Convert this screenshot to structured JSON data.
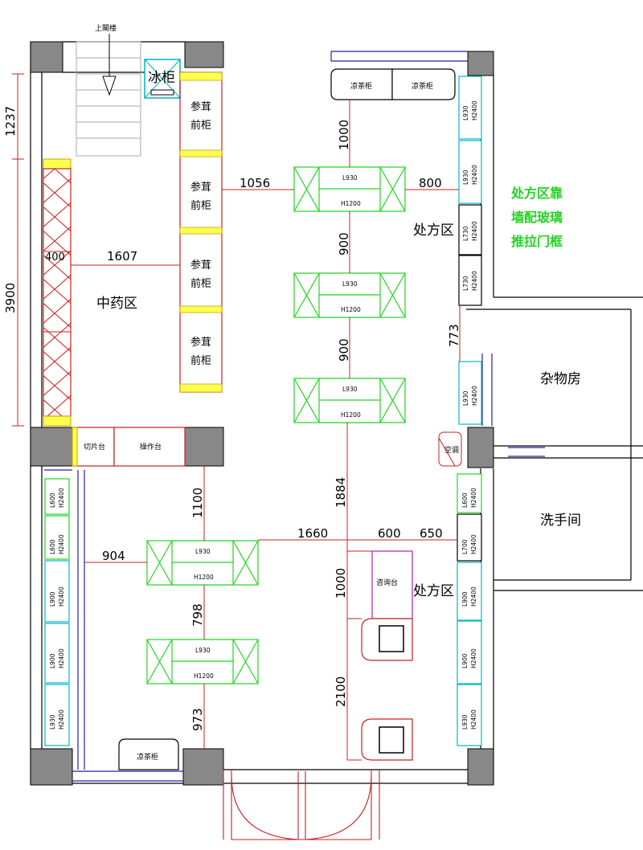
{
  "stairs_label": "上閣楼",
  "ice_cabinet": "冰柜",
  "ginseng_cabinet_line1": "参茸",
  "ginseng_cabinet_line2": "前柜",
  "zone_tcm": "中药区",
  "zone_prescription": "处方区",
  "room_storage": "杂物房",
  "room_washroom": "洗手间",
  "slicing_table": "切片台",
  "operation_table": "操作台",
  "ac_unit": "空调",
  "consult_desk": "咨询台",
  "tea_cabinet": "凉茶柜",
  "note_lines": [
    "处方区靠",
    "墙配玻璃",
    "推拉门框"
  ],
  "shelf": {
    "l": "L930",
    "h": "H1200"
  },
  "wall_cabinets": {
    "top_right": [
      [
        "L930",
        "H2400"
      ],
      [
        "L930",
        "H2400"
      ],
      [
        "L730",
        "H2400"
      ],
      [
        "L730",
        "H2400"
      ]
    ],
    "mid_right": [
      [
        "L930",
        "H2400"
      ]
    ],
    "lower_right": [
      [
        "L600",
        "H2400"
      ],
      [
        "L700",
        "H2400"
      ],
      [
        "L900",
        "H2400"
      ],
      [
        "L900",
        "H2400"
      ],
      [
        "L930",
        "H2400"
      ]
    ],
    "lower_left": [
      [
        "L600",
        "H2400"
      ],
      [
        "L600",
        "H2400"
      ],
      [
        "L900",
        "H2400"
      ],
      [
        "L900",
        "H2400"
      ],
      [
        "L930",
        "H2400"
      ]
    ]
  },
  "dimensions": {
    "d1237": "1237",
    "d3900": "3900",
    "d400": "400",
    "d1607": "1607",
    "d1056": "1056",
    "d800": "800",
    "d1000a": "1000",
    "d900a": "900",
    "d900b": "900",
    "d773": "773",
    "d1884": "1884",
    "d1100": "1100",
    "d904": "904",
    "d1660": "1660",
    "d600": "600",
    "d650": "650",
    "d798": "798",
    "d973": "973",
    "d1000b": "1000",
    "d2100": "2100"
  }
}
